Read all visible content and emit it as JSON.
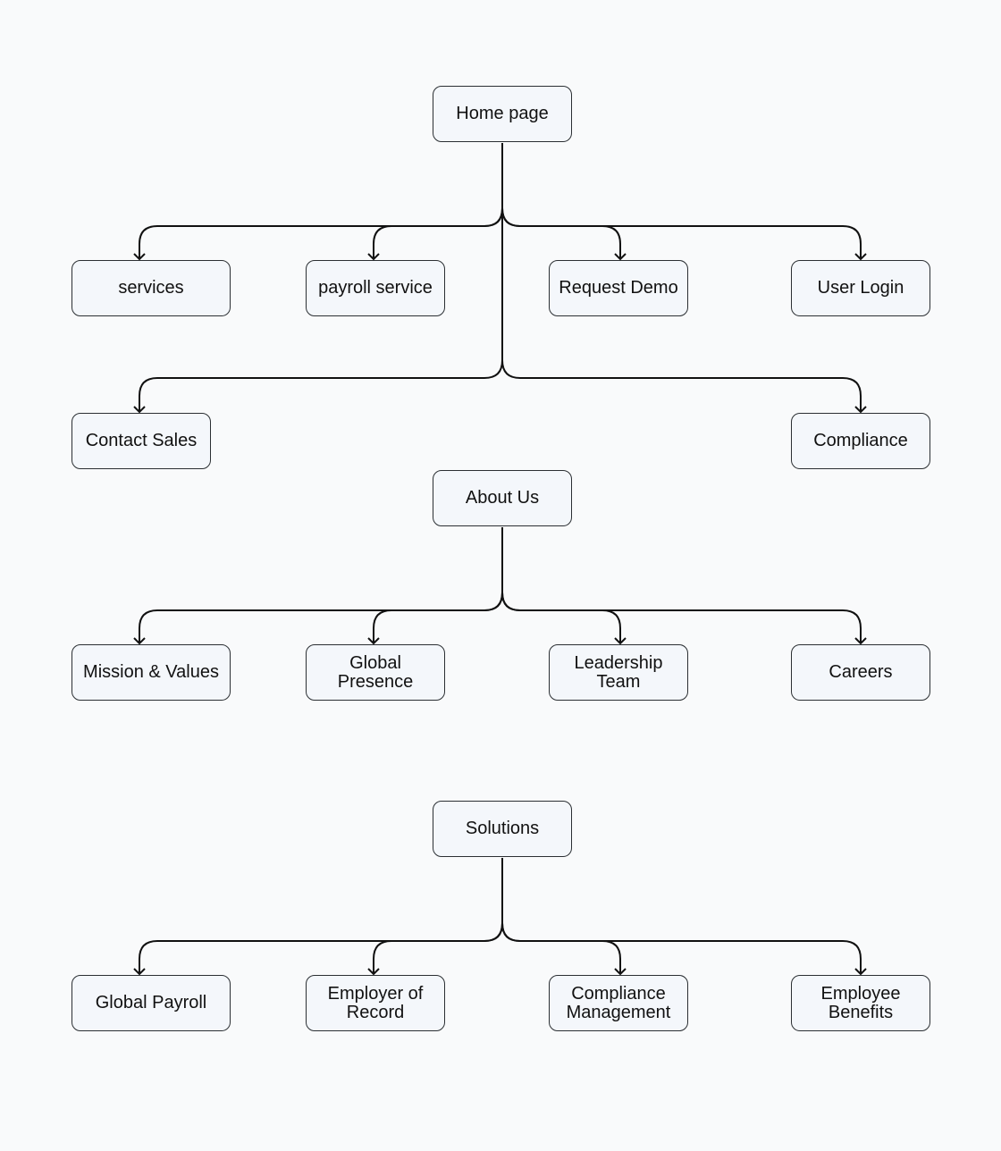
{
  "colors": {
    "background": "#f9fafb",
    "node_fill": "#f4f7fb",
    "stroke": "#111111"
  },
  "trees": [
    {
      "root": "Home page",
      "levels": [
        [
          "services",
          "payroll service",
          "Request Demo",
          "User Login"
        ],
        [
          "Contact Sales",
          "Compliance"
        ]
      ]
    },
    {
      "root": "About Us",
      "levels": [
        [
          "Mission & Values",
          "Global Presence",
          "Leadership Team",
          "Careers"
        ]
      ]
    },
    {
      "root": "Solutions",
      "levels": [
        [
          "Global Payroll",
          "Employer of Record",
          "Compliance Management",
          "Employee Benefits"
        ]
      ]
    }
  ]
}
